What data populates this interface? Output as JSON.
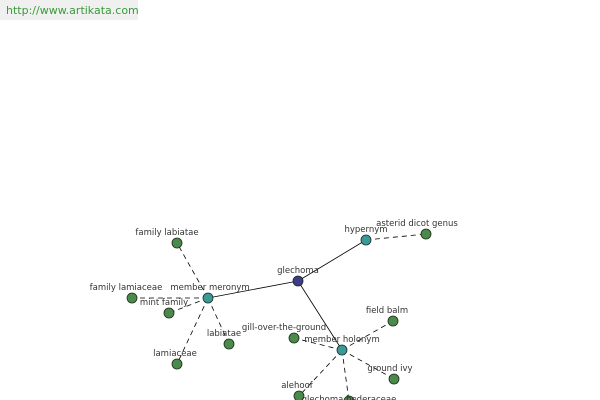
{
  "header": {
    "url_text": "http://www.artikata.com"
  },
  "colors": {
    "center_node": "#3c3c88",
    "relation_node": "#3a9a9a",
    "leaf_node": "#4a8a4a",
    "edge": "#000000",
    "url_text": "#3a9a3a"
  },
  "graph": {
    "nodes": [
      {
        "id": "glechoma",
        "label": "glechoma",
        "kind": "center"
      },
      {
        "id": "hypernym",
        "label": "hypernym",
        "kind": "relation"
      },
      {
        "id": "member-meronym",
        "label": "member meronym",
        "kind": "relation"
      },
      {
        "id": "member-holonym",
        "label": "member holonym",
        "kind": "relation"
      },
      {
        "id": "asterid-dicot-genus",
        "label": "asterid dicot genus",
        "kind": "leaf"
      },
      {
        "id": "family-labiatae",
        "label": "family labiatae",
        "kind": "leaf"
      },
      {
        "id": "family-lamiaceae",
        "label": "family lamiaceae",
        "kind": "leaf"
      },
      {
        "id": "mint-family",
        "label": "mint family",
        "kind": "leaf"
      },
      {
        "id": "labiatae",
        "label": "labiatae",
        "kind": "leaf"
      },
      {
        "id": "lamiaceae",
        "label": "lamiaceae",
        "kind": "leaf"
      },
      {
        "id": "field-balm",
        "label": "field balm",
        "kind": "leaf"
      },
      {
        "id": "gill-over-the-ground",
        "label": "gill-over-the-ground",
        "kind": "leaf"
      },
      {
        "id": "ground-ivy",
        "label": "ground ivy",
        "kind": "leaf"
      },
      {
        "id": "alehoof",
        "label": "alehoof",
        "kind": "leaf"
      },
      {
        "id": "glechoma-hederaceae",
        "label": "glechoma hederaceae",
        "kind": "leaf"
      }
    ],
    "edges": [
      {
        "from": "glechoma",
        "to": "hypernym",
        "style": "solid"
      },
      {
        "from": "glechoma",
        "to": "member-meronym",
        "style": "solid"
      },
      {
        "from": "glechoma",
        "to": "member-holonym",
        "style": "solid"
      },
      {
        "from": "hypernym",
        "to": "asterid-dicot-genus",
        "style": "dashed"
      },
      {
        "from": "member-meronym",
        "to": "family-labiatae",
        "style": "dashed"
      },
      {
        "from": "member-meronym",
        "to": "family-lamiaceae",
        "style": "dashed"
      },
      {
        "from": "member-meronym",
        "to": "mint-family",
        "style": "dashed"
      },
      {
        "from": "member-meronym",
        "to": "labiatae",
        "style": "dashed"
      },
      {
        "from": "member-meronym",
        "to": "lamiaceae",
        "style": "dashed"
      },
      {
        "from": "member-holonym",
        "to": "field-balm",
        "style": "dashed"
      },
      {
        "from": "member-holonym",
        "to": "gill-over-the-ground",
        "style": "dashed"
      },
      {
        "from": "member-holonym",
        "to": "ground-ivy",
        "style": "dashed"
      },
      {
        "from": "member-holonym",
        "to": "alehoof",
        "style": "dashed"
      },
      {
        "from": "member-holonym",
        "to": "glechoma-hederaceae",
        "style": "dashed"
      }
    ]
  }
}
